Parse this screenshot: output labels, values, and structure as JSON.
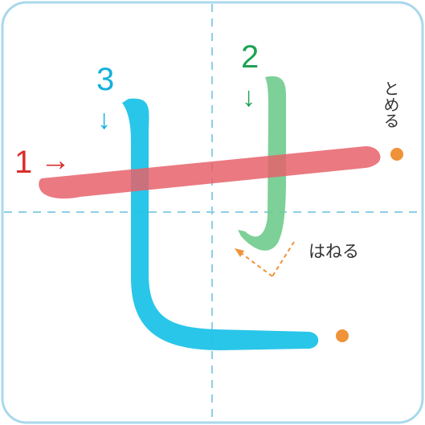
{
  "colors": {
    "frame": "#a9d8ec",
    "guide": "#8cd0e6",
    "stroke1": "#e6616b",
    "stroke2": "#6fcb8c",
    "stroke3": "#1ec3e8",
    "label1": "#d8302f",
    "label2": "#1ea355",
    "label3": "#14b0dc",
    "marker": "#ef9238",
    "text": "#333333"
  },
  "strokes": [
    {
      "number": "1",
      "arrow": "→"
    },
    {
      "number": "2",
      "arrow": "↓"
    },
    {
      "number": "3",
      "arrow": "↓"
    }
  ],
  "annotations": {
    "tome": "とめる",
    "hane": "はねる"
  },
  "icons": {
    "stop": "stop-dot-icon",
    "flick": "flick-direction-icon"
  }
}
